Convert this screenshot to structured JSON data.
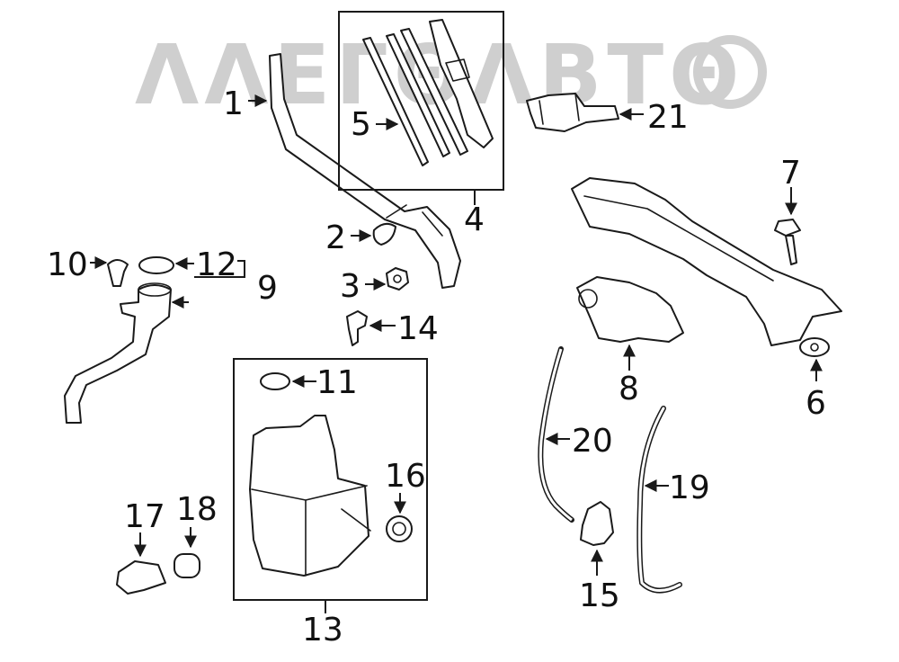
{
  "watermark": {
    "text": "ΛΛΕΓΘΛΒΤΘ",
    "color": "#cfcfcf"
  },
  "callouts": {
    "c1": "1",
    "c2": "2",
    "c3": "3",
    "c4": "4",
    "c5": "5",
    "c6": "6",
    "c7": "7",
    "c8": "8",
    "c9": "9",
    "c10": "10",
    "c11": "11",
    "c12": "12",
    "c13": "13",
    "c14": "14",
    "c15": "15",
    "c16": "16",
    "c17": "17",
    "c18": "18",
    "c19": "19",
    "c20": "20",
    "c21": "21"
  },
  "colors": {
    "line": "#1a1a1a",
    "background": "#ffffff"
  }
}
